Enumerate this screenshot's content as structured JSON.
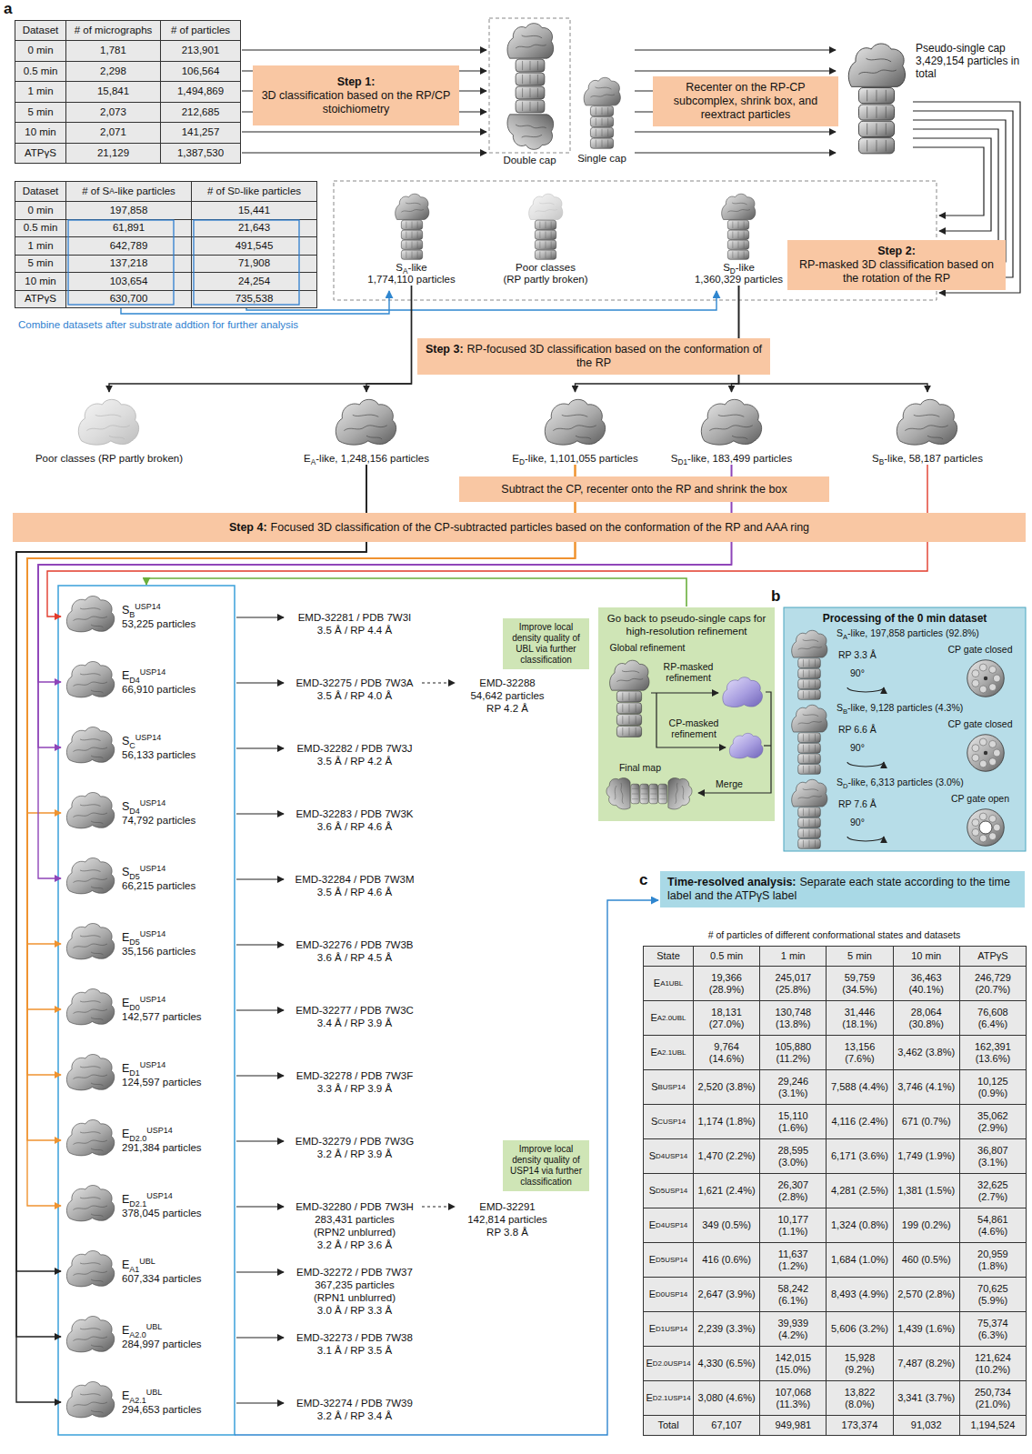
{
  "diagram": {
    "nodes": [
      {
        "text": [
          "Step 1:",
          "3D classification based on the RP/CP stoichiometry"
        ]
      },
      {
        "text": [
          "Double cap"
        ]
      },
      {
        "text": [
          "Single cap"
        ]
      },
      {
        "text": [
          "Recenter on the RP-CP subcomplex, shrink box, and reextract particles"
        ]
      },
      {
        "text": [
          "Pseudo-single cap 3,429,154 particles in total"
        ]
      },
      {
        "text": [
          "SA-like",
          "1,774,110 particles"
        ]
      },
      {
        "text": [
          "Poor classes",
          "(RP partly broken)"
        ]
      },
      {
        "text": [
          "SD-like",
          "1,360,329 particles"
        ]
      },
      {
        "text": [
          "Step 2:",
          "RP-masked 3D classification based on the rotation of the RP"
        ]
      },
      {
        "text": [
          "Step 3:",
          "RP-focused 3D classification based on the conformation of the RP"
        ]
      },
      {
        "text": [
          "Poor classes (RP partly broken)"
        ]
      },
      {
        "text": [
          "EA-like, 1,248,156 particles"
        ]
      },
      {
        "text": [
          "ED-like, 1,101,055 particles"
        ]
      },
      {
        "text": [
          "SD1-like, 183,499 particles"
        ]
      },
      {
        "text": [
          "SB-like, 58,187 particles"
        ]
      },
      {
        "text": [
          "Subtract the CP, recenter onto the RP and shrink the box"
        ]
      },
      {
        "text": [
          "Step 4:",
          "Focused 3D classification of the CP-subtracted particles based on the conformation of the RP and AAA ring"
        ]
      },
      {
        "text": [
          "SBUSP14",
          "53,225 particles"
        ]
      },
      {
        "text": [
          "ED4USP14",
          "66,910 particles"
        ]
      },
      {
        "text": [
          "SCUSP14",
          "56,133 particles"
        ]
      },
      {
        "text": [
          "SD4USP14",
          "74,792 particles"
        ]
      },
      {
        "text": [
          "SD5USP14",
          "66,215 particles"
        ]
      },
      {
        "text": [
          "ED5USP14",
          "35,156 particles"
        ]
      },
      {
        "text": [
          "ED0USP14",
          "142,577 particles"
        ]
      },
      {
        "text": [
          "ED1USP14",
          "124,597 particles"
        ]
      },
      {
        "text": [
          "ED2.0USP14",
          "291,384 particles"
        ]
      },
      {
        "text": [
          "ED2.1USP14",
          "378,045 particles"
        ]
      },
      {
        "text": [
          "EA1UBL",
          "607,334 particles"
        ]
      },
      {
        "text": [
          "EA2.0UBL",
          "284,997 particles"
        ]
      },
      {
        "text": [
          "EA2.1UBL",
          "294,653 particles"
        ]
      },
      {
        "text": [
          "Improve local density quality of UBL via further classification"
        ]
      },
      {
        "text": [
          "Go back to pseudo-single caps for high-resolution refinement"
        ]
      },
      {
        "text": [
          "Improve local density quality of USP14 via further classification"
        ]
      },
      {
        "text": [
          "Processing of the 0 min dataset"
        ]
      },
      {
        "text": [
          "Time-resolved analysis:",
          "Separate each state according to the time label and the ATPγS label"
        ]
      }
    ],
    "edges": [
      {
        "from": 5,
        "to": 10,
        "arrow": "to"
      },
      {
        "from": 5,
        "to": 11,
        "arrow": "to"
      },
      {
        "from": 7,
        "to": 12,
        "arrow": "to"
      },
      {
        "from": 7,
        "to": 13,
        "arrow": "to"
      },
      {
        "from": 7,
        "to": 14,
        "arrow": "to"
      },
      {
        "from": 11,
        "to": 27,
        "arrow": "to"
      },
      {
        "from": 11,
        "to": 28,
        "arrow": "to"
      },
      {
        "from": 11,
        "to": 29,
        "arrow": "to"
      },
      {
        "from": 12,
        "to": 20,
        "arrow": "to"
      },
      {
        "from": 12,
        "to": 22,
        "arrow": "to"
      },
      {
        "from": 12,
        "to": 23,
        "arrow": "to"
      },
      {
        "from": 12,
        "to": 24,
        "arrow": "to"
      },
      {
        "from": 12,
        "to": 25,
        "arrow": "to"
      },
      {
        "from": 12,
        "to": 26,
        "arrow": "to"
      },
      {
        "from": 13,
        "to": 18,
        "arrow": "to"
      },
      {
        "from": 13,
        "to": 19,
        "arrow": "to"
      },
      {
        "from": 13,
        "to": 21,
        "arrow": "to"
      },
      {
        "from": 14,
        "to": 17,
        "arrow": "to"
      }
    ],
    "labels": [
      "a",
      "Dataset",
      "# of micrographs",
      "# of particles",
      "0 min",
      "1,781",
      "213,901",
      "0.5 min",
      "2,298",
      "106,564",
      "1 min",
      "15,841",
      "1,494,869",
      "5 min",
      "2,073",
      "212,685",
      "10 min",
      "2,071",
      "141,257",
      "ATPγS",
      "21,129",
      "1,387,530",
      "Dataset",
      "# of SA-like particles",
      "# of SD-like particles",
      "0 min",
      "197,858",
      "15,441",
      "0.5 min",
      "61,891",
      "21,643",
      "1 min",
      "642,789",
      "491,545",
      "5 min",
      "137,218",
      "71,908",
      "10 min",
      "103,654",
      "24,254",
      "ATPγS",
      "630,700",
      "735,538",
      "Combine datasets after substrate addtion for further analysis",
      "EMD-32281 / PDB 7W3I",
      "3.5 Å / RP 4.4 Å",
      "EMD-32275 / PDB 7W3A",
      "3.5 Å / RP 4.0 Å",
      "EMD-32288",
      "54,642 particles",
      "RP 4.2 Å",
      "EMD-32282 / PDB 7W3J",
      "3.5 Å / RP 4.2 Å",
      "EMD-32283 / PDB 7W3K",
      "3.6 Å / RP 4.6 Å",
      "EMD-32284 / PDB 7W3M",
      "3.5 Å / RP 4.6 Å",
      "EMD-32276 / PDB 7W3B",
      "3.6 Å / RP 4.5 Å",
      "EMD-32277 / PDB 7W3C",
      "3.4 Å / RP 3.9 Å",
      "EMD-32278 / PDB 7W3F",
      "3.3 Å / RP 3.9 Å",
      "EMD-32279 / PDB 7W3G",
      "3.2 Å / RP 3.9 Å",
      "EMD-32280 / PDB 7W3H",
      "283,431 particles",
      "(RPN2 unblurred)",
      "3.2 Å / RP 3.6 Å",
      "EMD-32291",
      "142,814 particles",
      "RP 3.8 Å",
      "EMD-32272 / PDB 7W37",
      "367,235 particles",
      "(RPN1 unblurred)",
      "3.0 Å / RP 3.3 Å",
      "EMD-32273 / PDB 7W38",
      "3.1 Å / RP 3.5 Å",
      "EMD-32274 / PDB 7W39",
      "3.2 Å / RP 3.4 Å",
      "Global refinement",
      "RP-masked refinement",
      "CP-masked refinement",
      "Final map",
      "Merge",
      "b",
      "SA-like, 197,858 particles (92.8%)",
      "RP 3.3 Å",
      "90°",
      "CP gate closed",
      "SB-like, 9,128 particles (4.3%)",
      "RP 6.6 Å",
      "90°",
      "CP gate closed",
      "SD-like, 6,313 particles (3.0%)",
      "RP 7.6 Å",
      "90°",
      "CP gate open",
      "c",
      "# of particles of different conformational states and datasets",
      "State",
      "0.5 min",
      "1 min",
      "5 min",
      "10 min",
      "ATPγS",
      "EA1UBL",
      "19,366 (28.9%)",
      "245,017 (25.8%)",
      "59,759 (34.5%)",
      "36,463 (40.1%)",
      "246,729 (20.7%)",
      "EA2.0UBL",
      "18,131 (27.0%)",
      "130,748 (13.8%)",
      "31,446 (18.1%)",
      "28,064 (30.8%)",
      "76,608 (6.4%)",
      "EA2.1UBL",
      "9,764 (14.6%)",
      "105,880 (11.2%)",
      "13,156 (7.6%)",
      "3,462 (3.8%)",
      "162,391 (13.6%)",
      "SBUSP14",
      "2,520 (3.8%)",
      "29,246 (3.1%)",
      "7,588 (4.4%)",
      "3,746 (4.1%)",
      "10,125 (0.9%)",
      "SCUSP14",
      "1,174 (1.8%)",
      "15,110 (1.6%)",
      "4,116 (2.4%)",
      "671 (0.7%)",
      "35,062 (2.9%)",
      "SD4USP14",
      "1,470 (2.2%)",
      "28,595 (3.0%)",
      "6,171 (3.6%)",
      "1,749 (1.9%)",
      "36,807 (3.1%)",
      "SD5USP14",
      "1,621 (2.4%)",
      "26,307 (2.8%)",
      "4,281 (2.5%)",
      "1,381 (1.5%)",
      "32,625 (2.7%)",
      "ED4USP14",
      "349 (0.5%)",
      "10,177 (1.1%)",
      "1,324 (0.8%)",
      "199 (0.2%)",
      "54,861 (4.6%)",
      "ED5USP14",
      "416 (0.6%)",
      "11,637 (1.2%)",
      "1,684 (1.0%)",
      "460 (0.5%)",
      "20,959 (1.8%)",
      "ED0USP14",
      "2,647 (3.9%)",
      "58,242 (6.1%)",
      "8,493 (4.9%)",
      "2,570 (2.8%)",
      "70,625 (5.9%)",
      "ED1USP14",
      "2,239 (3.3%)",
      "39,939 (4.2%)",
      "5,606 (3.2%)",
      "1,439 (1.6%)",
      "75,374 (6.3%)",
      "ED2.0USP14",
      "4,330 (6.5%)",
      "142,015 (15.0%)",
      "15,928 (9.2%)",
      "7,487 (8.2%)",
      "121,624 (10.2%)",
      "ED2.1USP14",
      "3,080 (4.6%)",
      "107,068 (11.3%)",
      "13,822 (8.0%)",
      "3,341 (3.7%)",
      "250,734 (21.0%)",
      "Total",
      "67,107",
      "949,981",
      "173,374",
      "91,032",
      "1,194,524"
    ]
  }
}
